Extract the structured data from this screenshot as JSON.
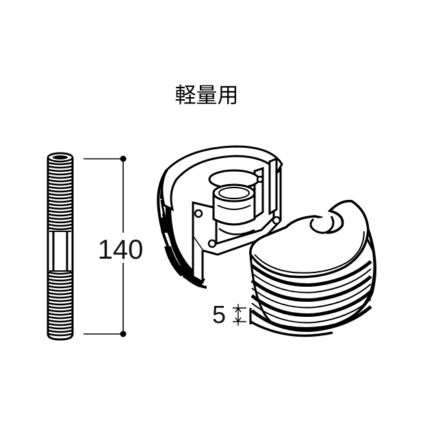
{
  "title": "軽量用",
  "dimensions": {
    "bolt_length": "140",
    "ring_gap": "5"
  },
  "colors": {
    "line": "#000000",
    "part_fill": "#ffffff"
  }
}
